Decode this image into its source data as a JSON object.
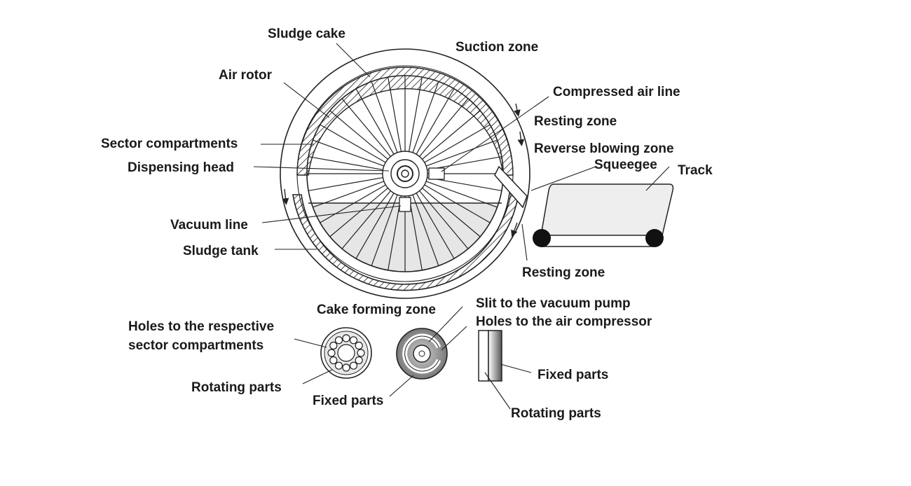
{
  "labels": {
    "sludge_cake": "Sludge cake",
    "suction_zone": "Suction zone",
    "air_rotor": "Air rotor",
    "compressed_air_line": "Compressed air line",
    "resting_zone_top": "Resting zone",
    "sector_compartments": "Sector compartments",
    "reverse_blowing_zone": "Reverse blowing zone",
    "squeegee": "Squeegee",
    "track": "Track",
    "dispensing_head": "Dispensing head",
    "vacuum_line": "Vacuum line",
    "sludge_tank": "Sludge tank",
    "resting_zone_bottom": "Resting zone",
    "cake_forming_zone": "Cake forming zone",
    "slit_vacuum_pump": "Slit to the vacuum pump",
    "holes_air_compressor": "Holes to the air compressor",
    "holes_sector_line1": "Holes to the respective",
    "holes_sector_line2": "sector compartments",
    "rotating_parts_left": "Rotating parts",
    "fixed_parts_middle": "Fixed parts",
    "fixed_parts_right": "Fixed parts",
    "rotating_parts_right": "Rotating parts"
  },
  "colors": {
    "line": "#222222",
    "tank_fill": "#e6e6e6",
    "track_fill": "#eeeeee",
    "roller": "#111111"
  },
  "drum": {
    "spoke_count": 36
  },
  "icons": [
    "rotary-drum-filter",
    "belt-track",
    "rotating-disc",
    "fixed-disc",
    "valve-side-view"
  ]
}
